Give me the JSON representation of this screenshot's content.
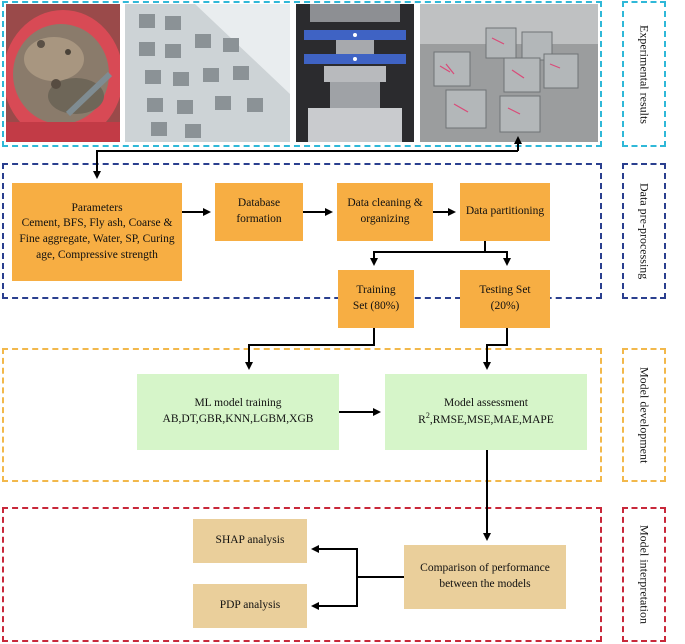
{
  "stages": {
    "experimental": "Experimental results",
    "preprocessing": "Data pre-processing",
    "development": "Model development",
    "interpretation": "Model interpretation"
  },
  "preprocessing": {
    "parameters_title": "Parameters",
    "parameters_body": "Cement, BFS, Fly ash, Coarse & Fine aggregate, Water, SP, Curing age, Compressive strength",
    "database": "Database formation",
    "cleaning": "Data cleaning & organizing",
    "partitioning": "Data partitioning",
    "training_set": "Training Set (80%)",
    "testing_set": "Testing Set (20%)"
  },
  "development": {
    "training_title": "ML model training",
    "training_models": "AB,DT,GBR,KNN,LGBM,XGB",
    "assessment_title": "Model assessment",
    "assessment_metrics_prefix": "R",
    "assessment_metrics_sup": "2",
    "assessment_metrics": ",RMSE,MSE,MAE,MAPE"
  },
  "interpretation": {
    "shap": "SHAP analysis",
    "pdp": "PDP analysis",
    "comparison": "Comparison of performance between the models"
  },
  "colors": {
    "experimental_border": "#2fb8d8",
    "preprocessing_border": "#2a3f8f",
    "development_border": "#f2b84b",
    "interpretation_border": "#c8283a",
    "orange_box": "#f7ae43",
    "green_box": "#d6f5c9",
    "tan_box": "#eacf9b"
  }
}
